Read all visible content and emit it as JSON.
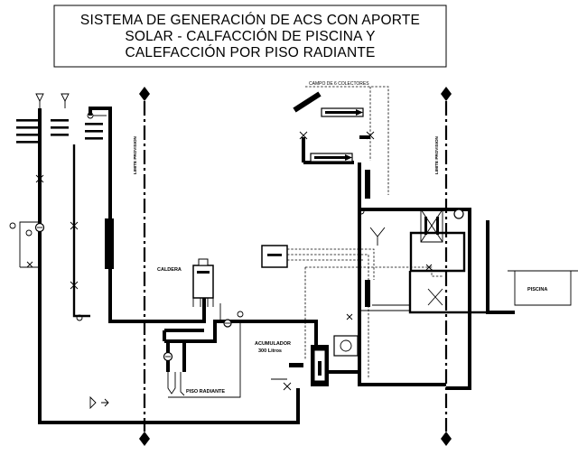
{
  "title": {
    "line1": "SISTEMA DE GENERACIÓN DE ACS CON APORTE",
    "line2": "SOLAR - CALFACCIÓN DE PISCINA Y",
    "line3": "CALEFACCIÓN POR PISO RADIANTE"
  },
  "labels": {
    "campo_colectores": "CAMPO DE 6 COLECTORES",
    "limite_provision_left": "LIMITE PROVISION",
    "limite_provision_right": "LIMITE PROVISION",
    "caldera": "CALDERA",
    "acumulador_line1": "ACUMULADOR",
    "acumulador_line2": "300 Litros",
    "piso_radiante": "PISO RADIANTE",
    "piscina": "PISCINA"
  },
  "colors": {
    "line": "#000000",
    "background": "#ffffff"
  }
}
